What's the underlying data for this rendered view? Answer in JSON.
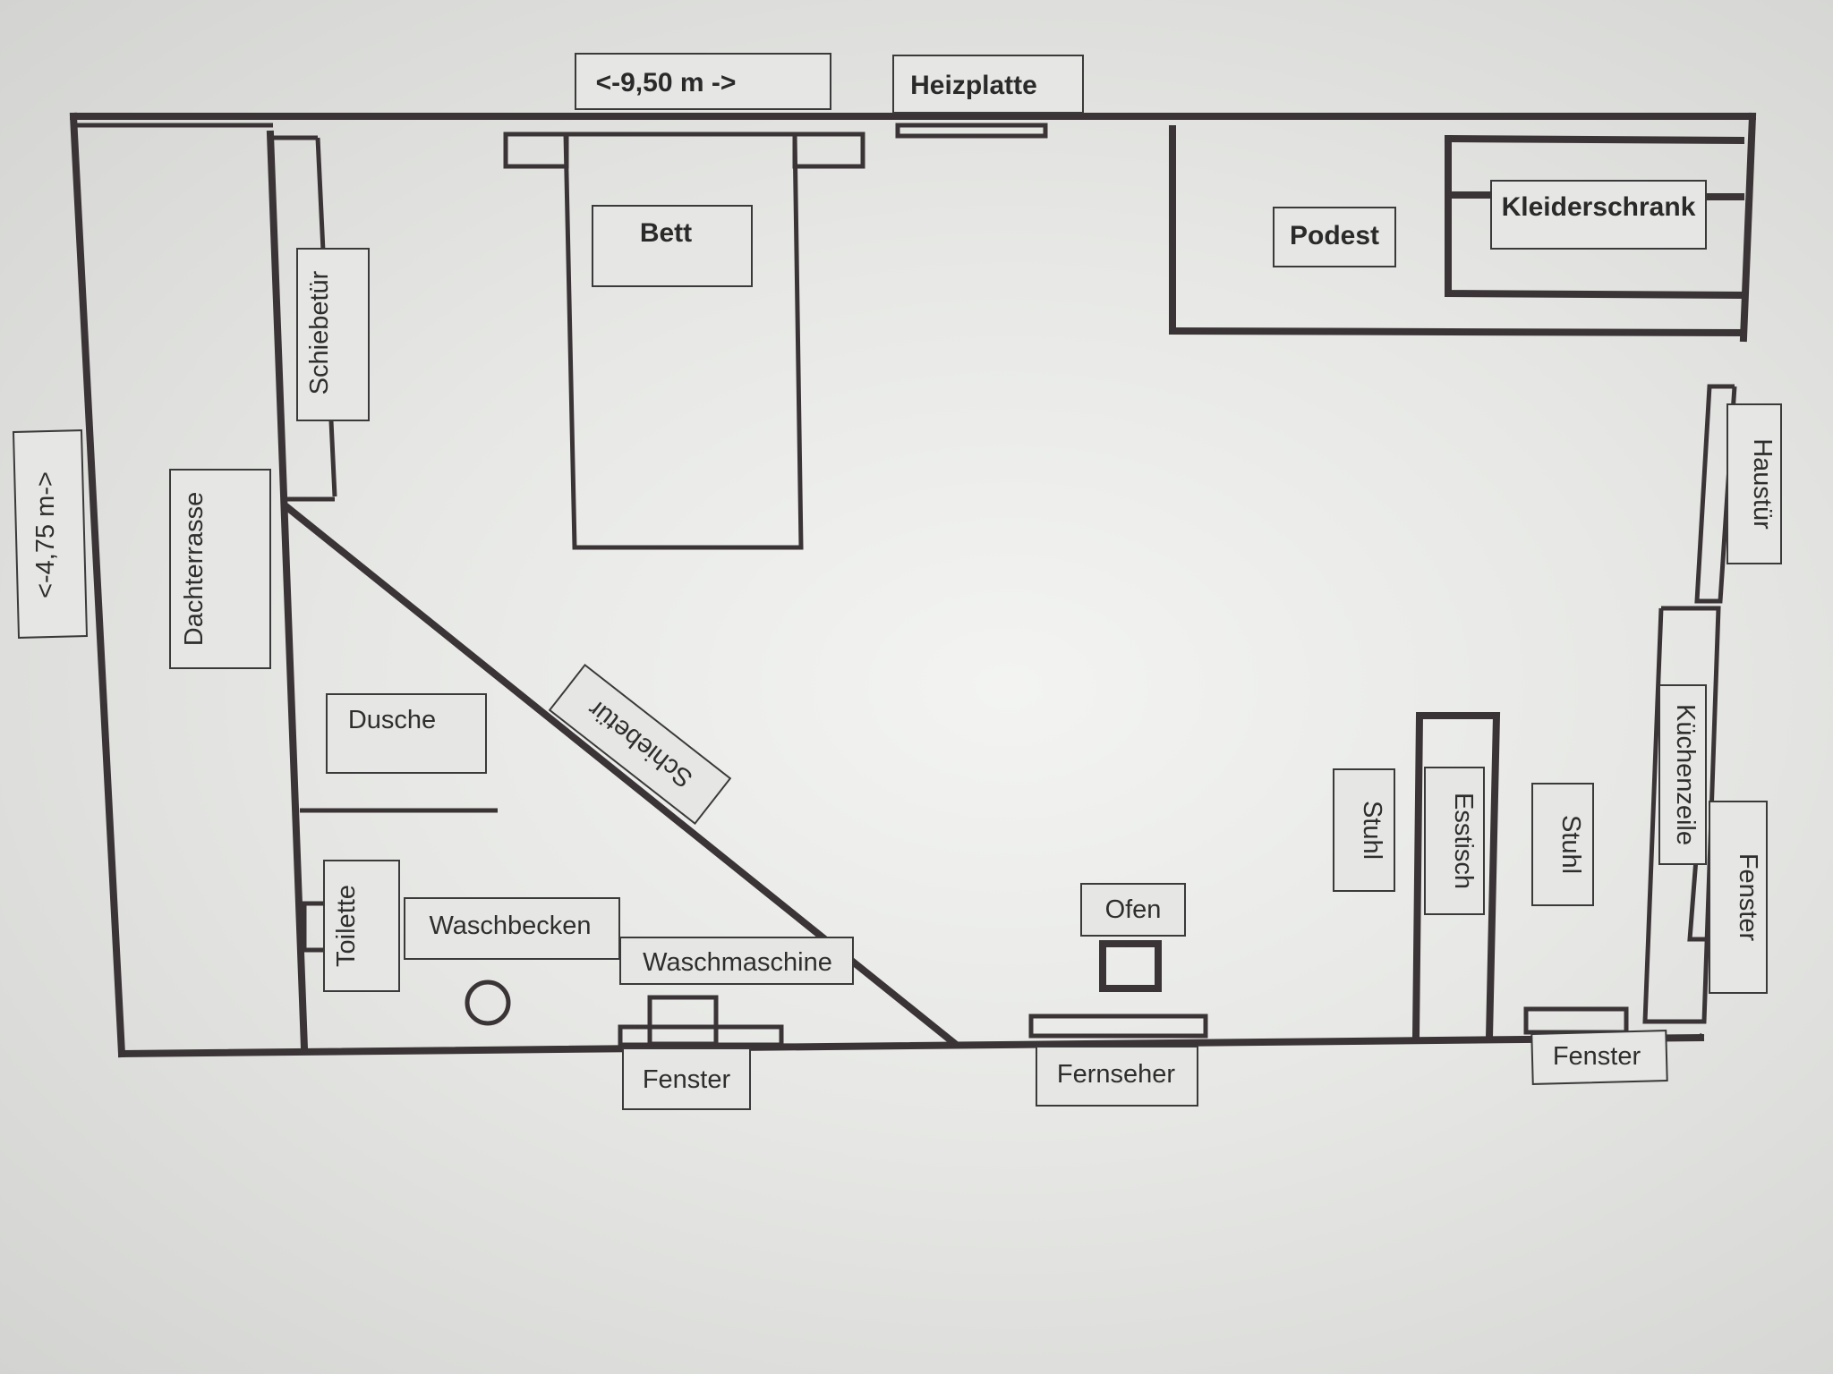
{
  "labels": {
    "width_dimension": "<-9,50 m ->",
    "heizplatte": "Heizplatte",
    "bett": "Bett",
    "podest": "Podest",
    "kleiderschrank": "Kleiderschrank",
    "height_dimension": "<-4,75 m->",
    "dachterrasse": "Dachterrasse",
    "schiebetuer_top": "Schiebetür",
    "schiebetuer_diag": "Schiebetür",
    "haustuer": "Haustür",
    "dusche": "Dusche",
    "toilette": "Toilette",
    "waschbecken": "Waschbecken",
    "waschmaschine": "Waschmaschine",
    "fenster_bottom_left": "Fenster",
    "ofen": "Ofen",
    "fernseher": "Fernseher",
    "stuhl_left": "Stuhl",
    "esstisch": "Esstisch",
    "stuhl_right": "Stuhl",
    "kuechenzeile": "Küchenzeile",
    "fenster_right": "Fenster",
    "fenster_bottom_right": "Fenster"
  },
  "colors": {
    "wall": "#3a3436",
    "label_box": "#e6e7e4",
    "background": "#e7e8e5"
  }
}
